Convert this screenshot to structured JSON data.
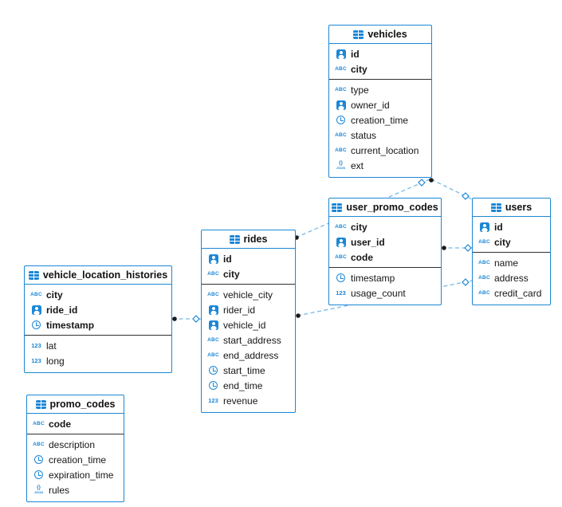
{
  "colors": {
    "table_border": "#1c87d6",
    "connection_line": "#74b9e8",
    "endpoint_dot": "#1b1b1b",
    "background": "#ffffff"
  },
  "tables": {
    "vehicles": {
      "title": "vehicles",
      "pk": [
        {
          "name": "id",
          "icon": "user-icon"
        },
        {
          "name": "city",
          "icon": "abc-icon"
        }
      ],
      "fields": [
        {
          "name": "type",
          "icon": "abc-icon"
        },
        {
          "name": "owner_id",
          "icon": "user-icon"
        },
        {
          "name": "creation_time",
          "icon": "clock-icon"
        },
        {
          "name": "status",
          "icon": "abc-icon"
        },
        {
          "name": "current_location",
          "icon": "abc-icon"
        },
        {
          "name": "ext",
          "icon": "json-icon"
        }
      ]
    },
    "user_promo_codes": {
      "title": "user_promo_codes",
      "pk": [
        {
          "name": "city",
          "icon": "abc-icon"
        },
        {
          "name": "user_id",
          "icon": "user-icon"
        },
        {
          "name": "code",
          "icon": "abc-icon"
        }
      ],
      "fields": [
        {
          "name": "timestamp",
          "icon": "clock-icon"
        },
        {
          "name": "usage_count",
          "icon": "number-icon"
        }
      ]
    },
    "users": {
      "title": "users",
      "pk": [
        {
          "name": "id",
          "icon": "user-icon"
        },
        {
          "name": "city",
          "icon": "abc-icon"
        }
      ],
      "fields": [
        {
          "name": "name",
          "icon": "abc-icon"
        },
        {
          "name": "address",
          "icon": "abc-icon"
        },
        {
          "name": "credit_card",
          "icon": "abc-icon"
        }
      ]
    },
    "rides": {
      "title": "rides",
      "pk": [
        {
          "name": "id",
          "icon": "user-icon"
        },
        {
          "name": "city",
          "icon": "abc-icon"
        }
      ],
      "fields": [
        {
          "name": "vehicle_city",
          "icon": "abc-icon"
        },
        {
          "name": "rider_id",
          "icon": "user-icon"
        },
        {
          "name": "vehicle_id",
          "icon": "user-icon"
        },
        {
          "name": "start_address",
          "icon": "abc-icon"
        },
        {
          "name": "end_address",
          "icon": "abc-icon"
        },
        {
          "name": "start_time",
          "icon": "clock-icon"
        },
        {
          "name": "end_time",
          "icon": "clock-icon"
        },
        {
          "name": "revenue",
          "icon": "number-icon"
        }
      ]
    },
    "vehicle_location_histories": {
      "title": "vehicle_location_histories",
      "pk": [
        {
          "name": "city",
          "icon": "abc-icon"
        },
        {
          "name": "ride_id",
          "icon": "user-icon"
        },
        {
          "name": "timestamp",
          "icon": "clock-icon"
        }
      ],
      "fields": [
        {
          "name": "lat",
          "icon": "number-icon"
        },
        {
          "name": "long",
          "icon": "number-icon"
        }
      ]
    },
    "promo_codes": {
      "title": "promo_codes",
      "pk": [
        {
          "name": "code",
          "icon": "abc-icon"
        }
      ],
      "fields": [
        {
          "name": "description",
          "icon": "abc-icon"
        },
        {
          "name": "creation_time",
          "icon": "clock-icon"
        },
        {
          "name": "expiration_time",
          "icon": "clock-icon"
        },
        {
          "name": "rules",
          "icon": "json-icon"
        }
      ]
    }
  },
  "connections": [
    {
      "from": "vehicle_location_histories",
      "to": "rides",
      "from_marker": "dot",
      "to_marker": "diamond",
      "style": "dashed"
    },
    {
      "from": "rides",
      "to": "vehicles",
      "from_marker": "dot",
      "to_marker": "diamond",
      "style": "dashed"
    },
    {
      "from": "vehicles",
      "to": "users",
      "from_marker": "dot",
      "to_marker": "diamond",
      "style": "dashed"
    },
    {
      "from": "user_promo_codes",
      "to": "users",
      "from_marker": "dot",
      "to_marker": "diamond",
      "style": "dashed"
    },
    {
      "from": "rides",
      "to": "users",
      "from_marker": "dot",
      "to_marker": "diamond",
      "style": "dashed"
    }
  ]
}
